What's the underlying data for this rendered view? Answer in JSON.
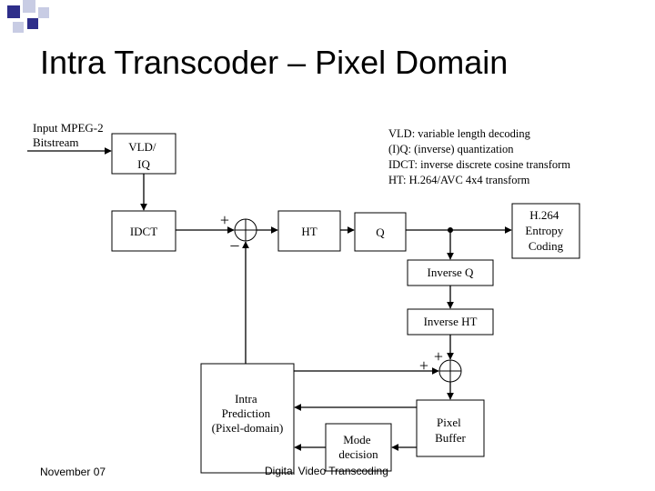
{
  "slide": {
    "title": "Intra Transcoder – Pixel Domain",
    "footer_left": "November 07",
    "footer_center": "Digital Video Transcoding"
  },
  "diagram": {
    "input_label": [
      "Input MPEG-2",
      "Bitstream"
    ],
    "vld_iq_box": [
      "VLD/",
      "IQ"
    ],
    "idct_box": "IDCT",
    "ht_box": "HT",
    "q_box": "Q",
    "entropy_box": [
      "H.264",
      "Entropy",
      "Coding"
    ],
    "inverse_q_box": "Inverse Q",
    "inverse_ht_box": "Inverse HT",
    "intra_pred_box": [
      "Intra",
      "Prediction",
      "(Pixel-domain)"
    ],
    "mode_decision_box": [
      "Mode",
      "decision"
    ],
    "pixel_buffer_box": [
      "Pixel",
      "Buffer"
    ],
    "legend": [
      "VLD: variable length decoding",
      "(I)Q: (inverse) quantization",
      "IDCT: inverse discrete cosine transform",
      "HT: H.264/AVC 4x4 transform"
    ],
    "signs": {
      "sum1_plus": "+",
      "sum1_minus": "–",
      "sum2_plus_left": "+",
      "sum2_plus_top": "+"
    }
  },
  "colors": {
    "logo_dark": "#2E2E8A",
    "logo_light": "#C8CCE4",
    "line": "#000000"
  }
}
